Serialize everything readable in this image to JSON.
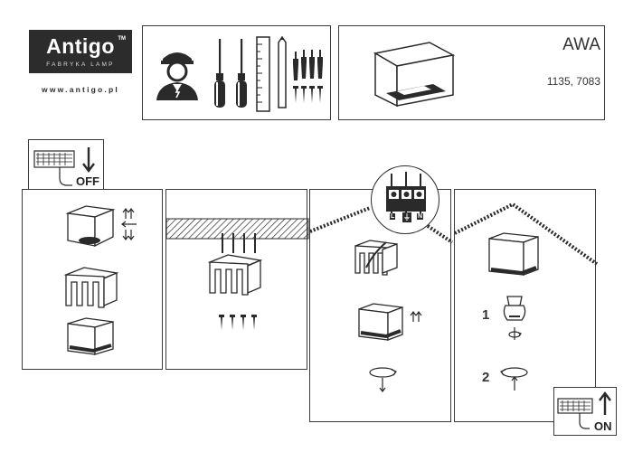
{
  "brand": {
    "name": "Antigo",
    "trademark": "TM",
    "tagline": "FABRYKA LAMP",
    "url": "www.antigo.pl"
  },
  "product": {
    "name": "AWA",
    "codes": "1135, 7083"
  },
  "steps": {
    "power_off_label": "OFF",
    "power_on_label": "ON",
    "step_1": "1",
    "step_2": "2"
  },
  "terminal_labels": {
    "left": "L",
    "ground": "⏚",
    "neutral": "N"
  },
  "colors": {
    "logo_background": "#2c2c2c",
    "line": "#3a3a3a"
  },
  "icons": [
    "electrician-icon",
    "screwdriver-icon",
    "ruler-icon",
    "pencil-icon",
    "wall-plug-icon",
    "cube-lamp-icon",
    "mounting-bracket-icon",
    "screw-icon",
    "gu10-bulb-icon",
    "rotate-arrow-icon",
    "switch-panel-icon"
  ]
}
